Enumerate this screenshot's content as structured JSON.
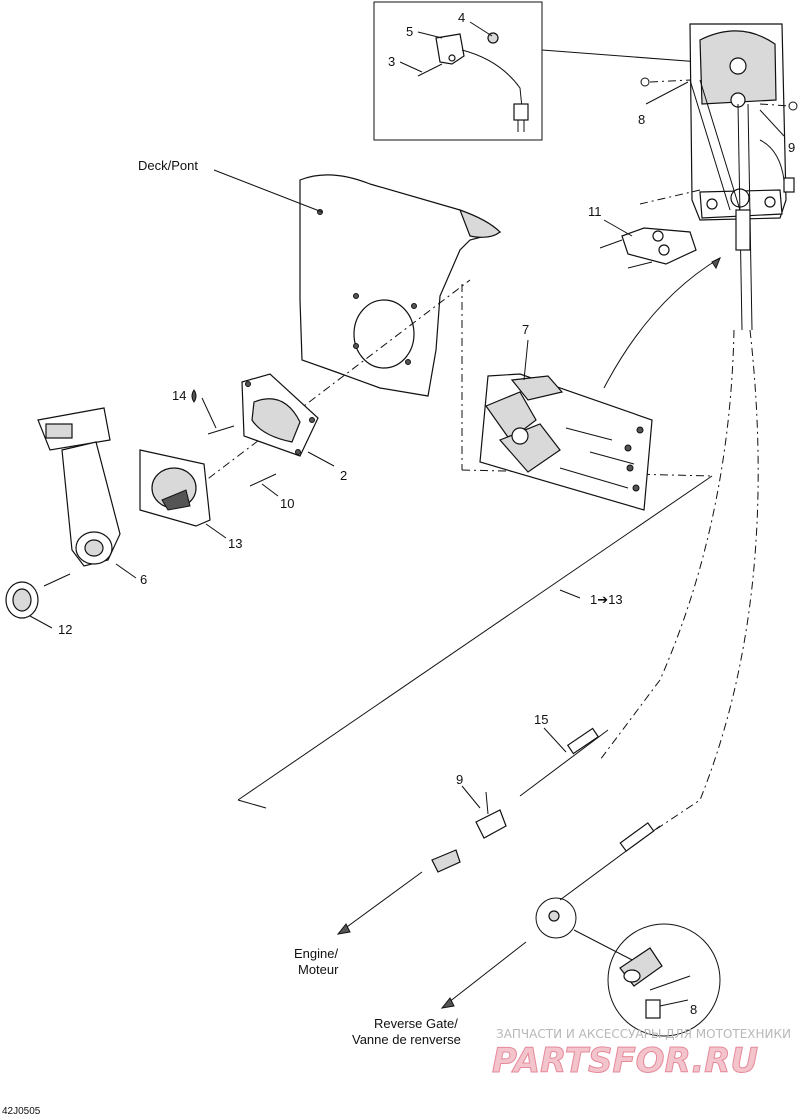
{
  "labels": {
    "deck": "Deck/Pont",
    "engine_1": "Engine/",
    "engine_2": "Moteur",
    "reverse_1": "Reverse Gate/",
    "reverse_2": "Vanne de renverse"
  },
  "callouts": {
    "p1_13": "1➔13",
    "p2": "2",
    "p3": "3",
    "p4": "4",
    "p5": "5",
    "p6": "6",
    "p7": "7",
    "p8_top": "8",
    "p8_bottom": "8",
    "p9_top": "9",
    "p9_mid": "9",
    "p10": "10",
    "p11": "11",
    "p12": "12",
    "p13": "13",
    "p14": "14",
    "p15": "15"
  },
  "drawing_code": "42J0505",
  "watermark": {
    "line1": "ЗАПЧАСТИ И АКСЕССУАРЫ ДЛЯ МОТОТЕХНИКИ",
    "line2": "PARTSFOR.RU"
  }
}
